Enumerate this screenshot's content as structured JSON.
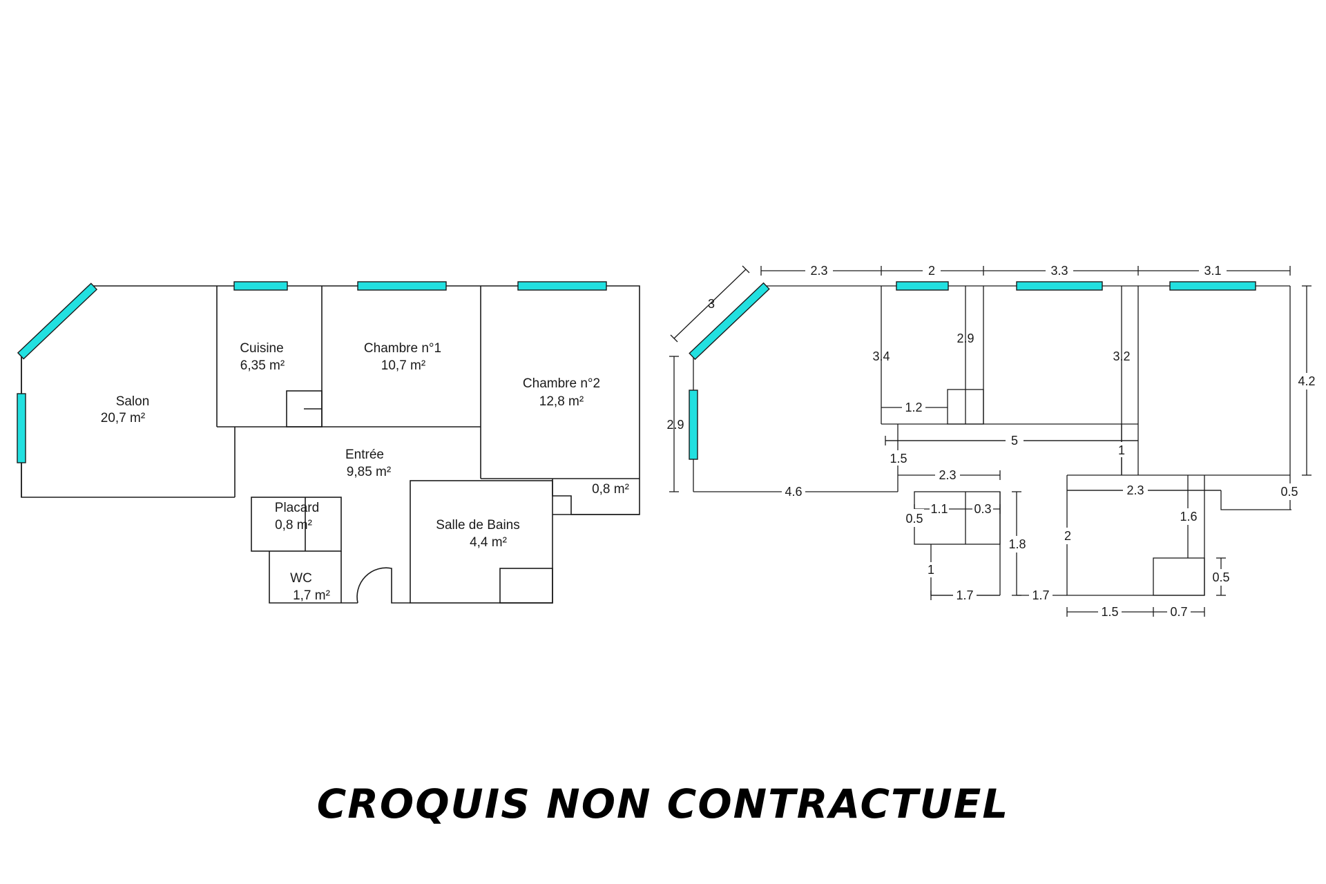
{
  "rooms": [
    {
      "name": "Cuisine",
      "area": "6,35  m²"
    },
    {
      "name": "Chambre n°1",
      "area": "10,7  m²"
    },
    {
      "name": "Salon",
      "area": "20,7  m²"
    },
    {
      "name": "Chambre n°2",
      "area": "12,8  m²"
    },
    {
      "name": "Entrée",
      "area": "9,85  m²"
    },
    {
      "name": "",
      "area": "0,8  m²"
    },
    {
      "name": "Placard",
      "area": "0,8  m²"
    },
    {
      "name": "Salle de Bains",
      "area": "4,4  m²"
    },
    {
      "name": "WC",
      "area": "1,7  m²"
    }
  ],
  "dimensions": {
    "top_1": "2.3",
    "top_2": "2",
    "top_3": "3.3",
    "top_4": "3.1",
    "diag": "3",
    "left_height": "2.9",
    "kitchen_height": "3.4",
    "kitchen_inner_height": "2.9",
    "bed1_height": "3.2",
    "bed2_height": "4.2",
    "kitchen_step": "1.2",
    "hall_width": "5",
    "hall_small": "1",
    "hall_height": "1.5",
    "salon_bottom": "4.6",
    "placard_width": "2.3",
    "wc_a": "1.1",
    "wc_b": "0.3",
    "wc_c": "0.5",
    "wc_total_height": "1.8",
    "wc_d": "1",
    "wc_bottom": "1.7",
    "bath_bottom_left": "1.7",
    "bath_width": "2.3",
    "bath_height": "2",
    "bath_inner": "1.6",
    "closet_step": "0.5",
    "bath_bottom_a": "1.5",
    "bath_bottom_b": "0.7",
    "bath_small": "0.5"
  },
  "disclaimer": "CROQUIS NON CONTRACTUEL",
  "colors": {
    "window": "#22e0e0",
    "line": "#1a1a1a"
  }
}
